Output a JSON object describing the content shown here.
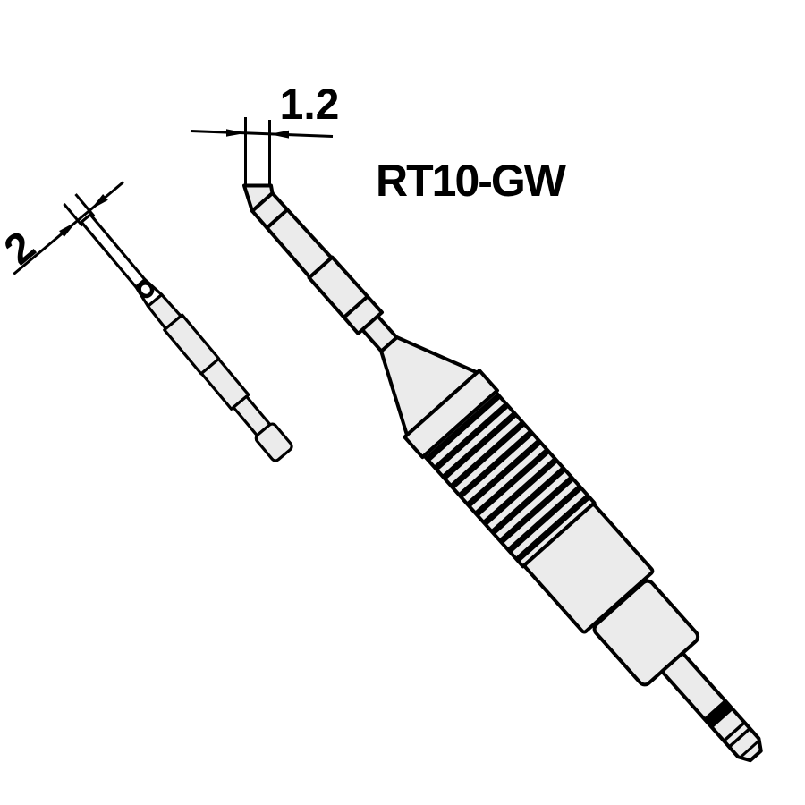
{
  "drawing": {
    "model": "RT10-GW",
    "type": "soldering-tip-technical-drawing",
    "dimensions": {
      "tip_width_mm": "1.2",
      "blade_thickness_mm": "2"
    },
    "colors": {
      "outline": "#000000",
      "metal_fill": "#ebebeb",
      "background": "#ffffff"
    }
  }
}
